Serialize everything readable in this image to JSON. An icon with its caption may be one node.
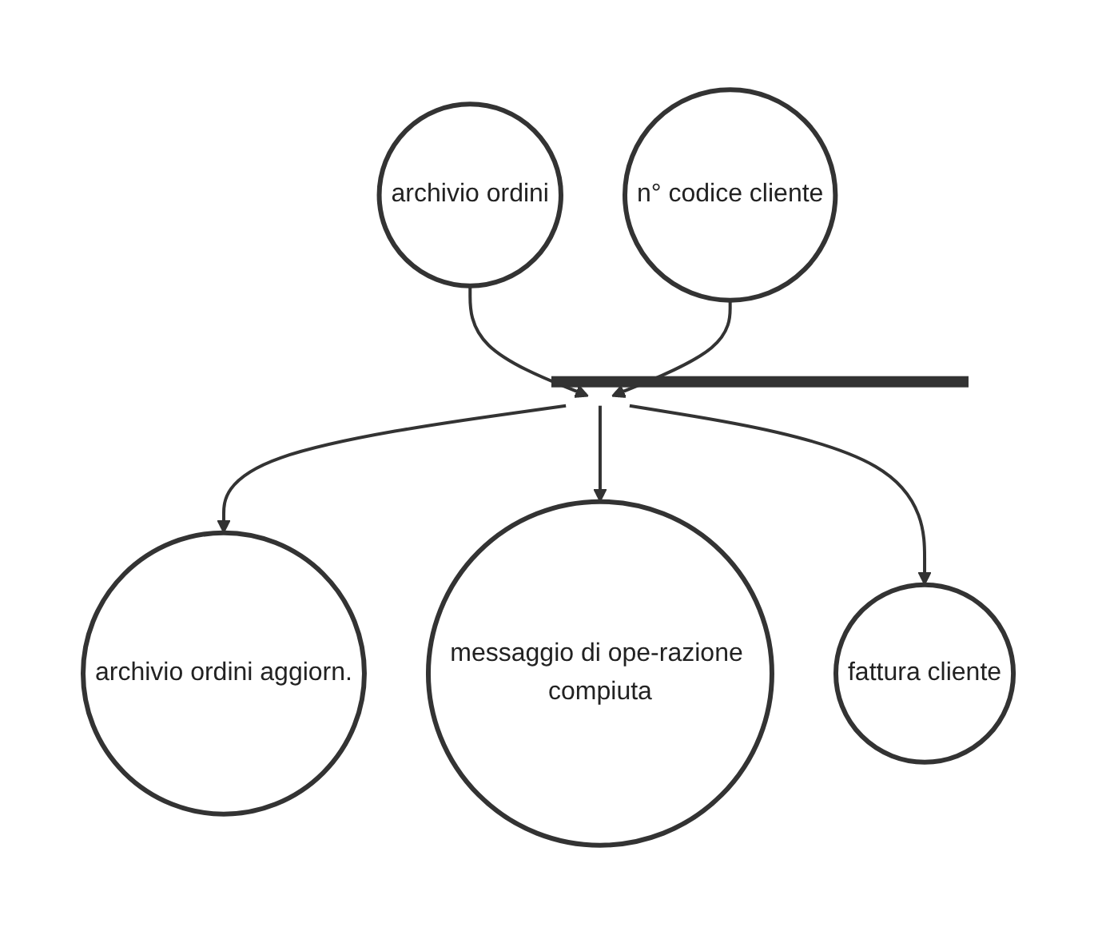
{
  "diagram": {
    "nodes": [
      {
        "text": [
          "archivio ordini"
        ]
      },
      {
        "text": [
          "n° codice cliente"
        ]
      },
      {
        "text": [],
        "shape": "bar"
      },
      {
        "text": [
          "archivio ordini aggiorn."
        ]
      },
      {
        "text": [
          "messaggio di ope-razione compiuta"
        ]
      },
      {
        "text": [
          "fattura cliente"
        ]
      }
    ],
    "edges": [
      {
        "from": 0,
        "to": 2,
        "arrow": "to"
      },
      {
        "from": 1,
        "to": 2,
        "arrow": "to"
      },
      {
        "from": 2,
        "to": 3,
        "arrow": "to"
      },
      {
        "from": 2,
        "to": 4,
        "arrow": "to"
      },
      {
        "from": 2,
        "to": 5,
        "arrow": "to"
      }
    ]
  }
}
